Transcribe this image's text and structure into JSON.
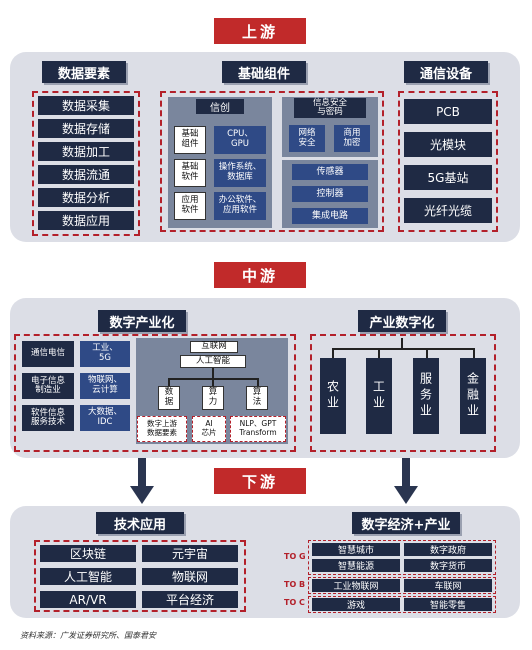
{
  "stages": {
    "upstream": "上游",
    "midstream": "中游",
    "downstream": "下游"
  },
  "up": {
    "data_elements": {
      "title": "数据要素",
      "items": [
        "数据采集",
        "数据存储",
        "数据加工",
        "数据流通",
        "数据分析",
        "数据应用"
      ]
    },
    "infra": {
      "title": "基础组件",
      "xinchuang": "信创",
      "rows": [
        {
          "label": "基础\n组件",
          "value": "CPU、\nGPU"
        },
        {
          "label": "基础\n软件",
          "value": "操作系统、\n数据库"
        },
        {
          "label": "应用\n软件",
          "value": "办公软件、\n应用软件"
        }
      ],
      "security": "信息安全\n与密码",
      "sec_items": [
        "网络\n安全",
        "商用\n加密"
      ],
      "chips": [
        "传感器",
        "控制器",
        "集成电路"
      ]
    },
    "comm": {
      "title": "通信设备",
      "items": [
        "PCB",
        "光模块",
        "5G基站",
        "光纤光缆"
      ]
    }
  },
  "mid": {
    "digital_industrialization": {
      "title": "数字产业化",
      "left": [
        [
          "通信电信",
          "工业、\n5G"
        ],
        [
          "电子信息\n制造业",
          "物联网、\n云计算"
        ],
        [
          "软件信息\n服务技术",
          "大数据、\nIDC"
        ]
      ],
      "center": {
        "top": "互联网",
        "ai": "人工智能",
        "parts": [
          "数\n据",
          "算\n力",
          "算\n法"
        ],
        "outputs": [
          "数字上游\n数据要素",
          "AI\n芯片",
          "NLP、GPT\nTransform"
        ]
      }
    },
    "industrial_digitalization": {
      "title": "产业数字化",
      "sectors": [
        "农业",
        "工业",
        "服务业",
        "金融业"
      ]
    }
  },
  "down": {
    "tech_app": {
      "title": "技术应用",
      "items": [
        "区块链",
        "元宇宙",
        "人工智能",
        "物联网",
        "AR/VR",
        "平台经济"
      ]
    },
    "digital_economy": {
      "title": "数字经济+产业",
      "groups": [
        {
          "tag": "TO G",
          "cells": [
            "智慧城市",
            "数字政府",
            "智慧能源",
            "数字货币"
          ]
        },
        {
          "tag": "TO B",
          "cells": [
            "工业物联网",
            "车联网"
          ]
        },
        {
          "tag": "TO C",
          "cells": [
            "游戏",
            "智能零售"
          ]
        }
      ]
    }
  },
  "source": "资料来源：广发证券研究所、国泰君安"
}
